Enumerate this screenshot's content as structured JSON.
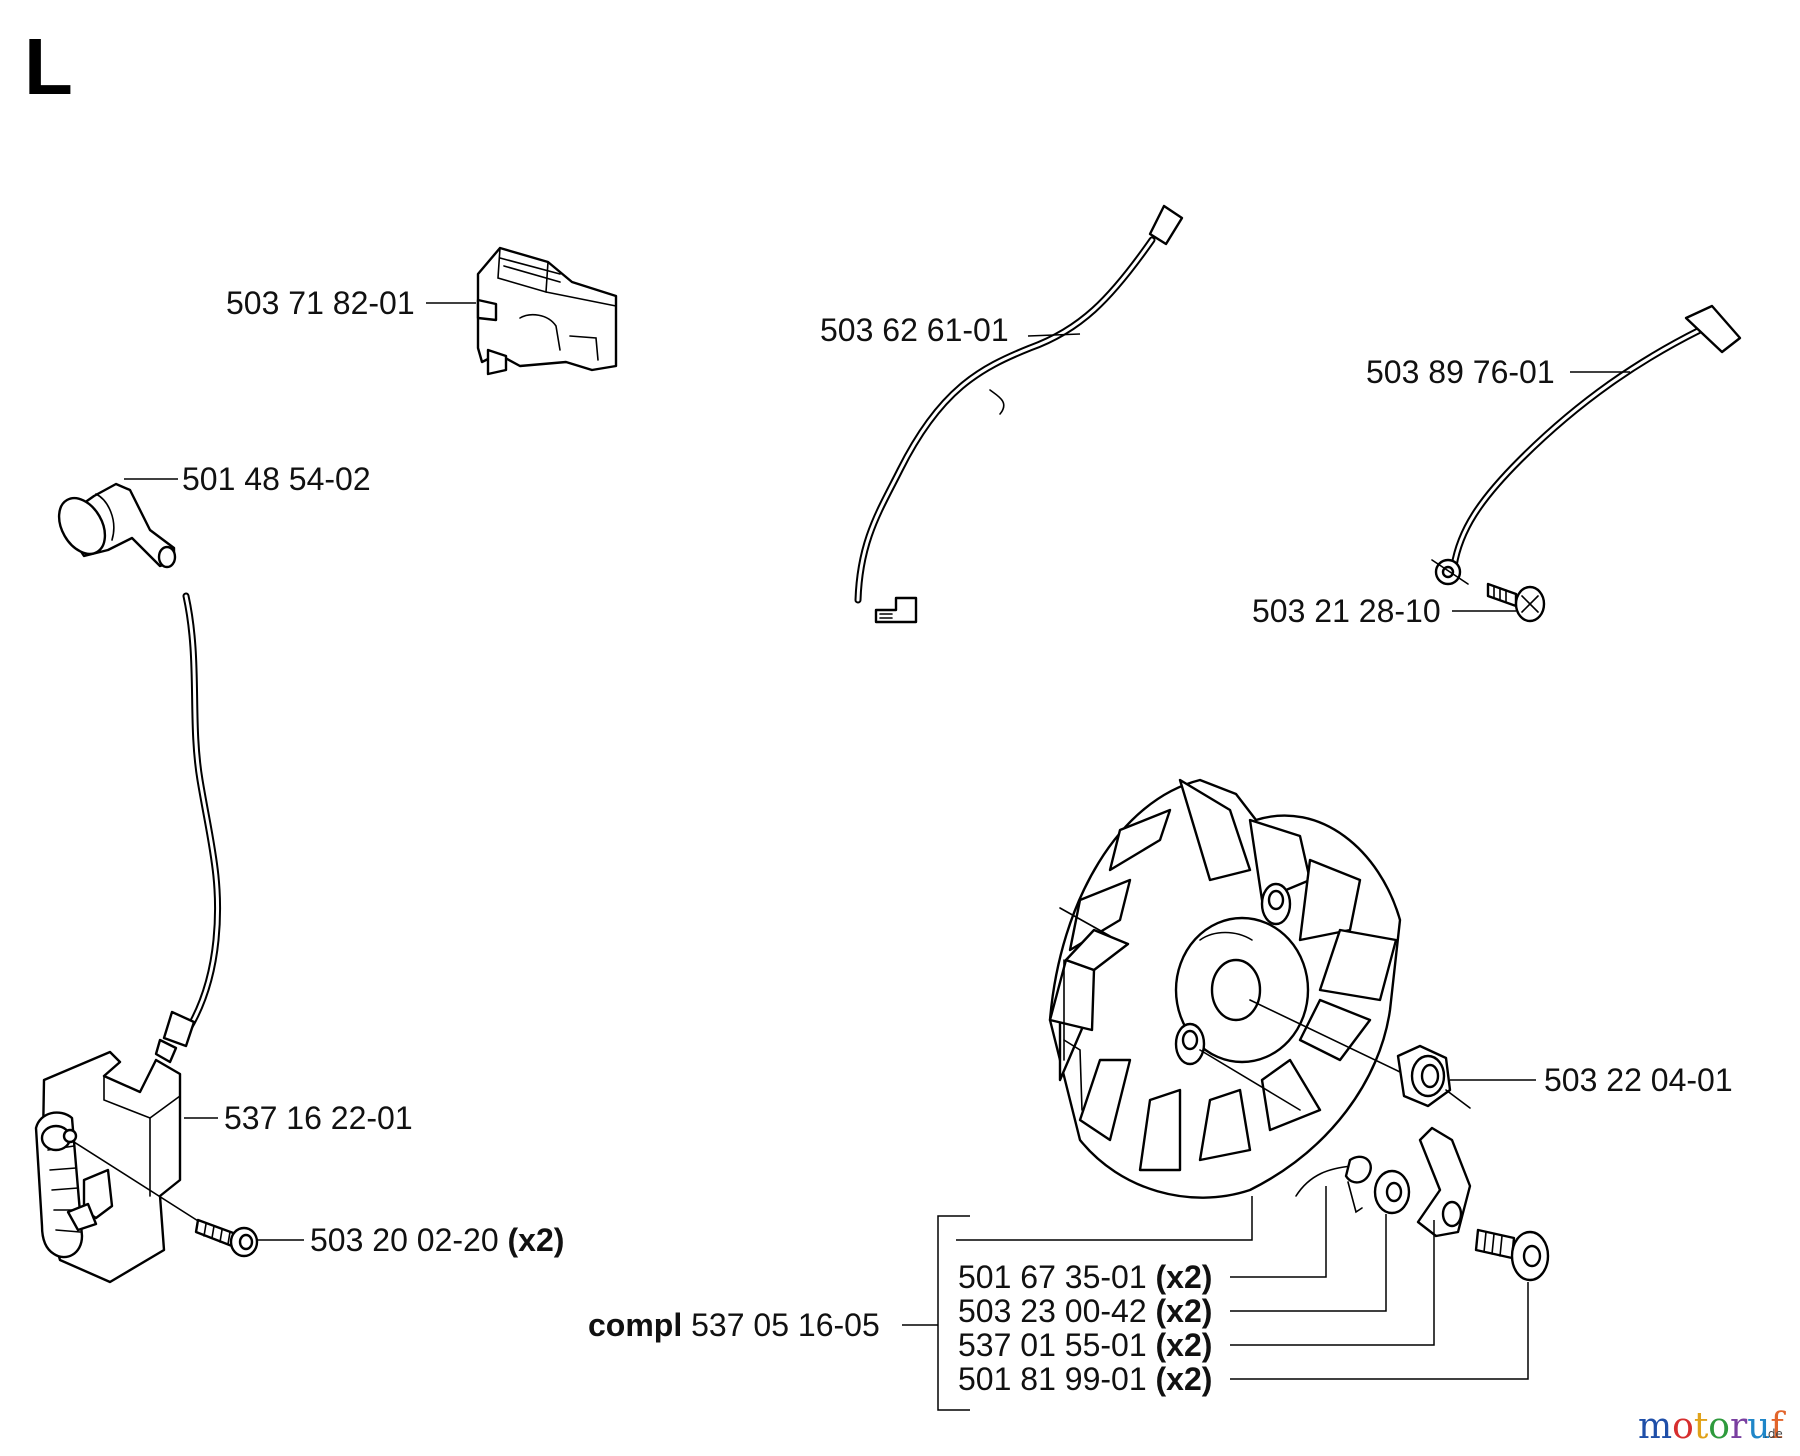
{
  "section_letter": "L",
  "parts": {
    "switch": {
      "number": "503 71 82-01"
    },
    "wire_short": {
      "number": "503 62 61-01"
    },
    "wire_ground": {
      "number": "503 89 76-01"
    },
    "ground_screw": {
      "number": "503 21 28-10"
    },
    "spark_cap": {
      "number": "501 48 54-02"
    },
    "ignition_module": {
      "number": "537 16 22-01"
    },
    "module_screw": {
      "number": "503 20 02-20",
      "qty": "(x2)"
    },
    "flywheel_nut": {
      "number": "503 22 04-01"
    },
    "pawl_spring": {
      "number": "501 67 35-01",
      "qty": "(x2)"
    },
    "washer": {
      "number": "503 23 00-42",
      "qty": "(x2)"
    },
    "pawl": {
      "number": "537 01 55-01",
      "qty": "(x2)"
    },
    "pawl_screw": {
      "number": "501 81 99-01",
      "qty": "(x2)"
    },
    "flywheel_compl": {
      "prefix": "compl",
      "number": "537 05 16-05"
    }
  },
  "watermark": {
    "letters": [
      "m",
      "o",
      "t",
      "o",
      "r",
      "u",
      "f"
    ],
    "colors": [
      "#1f4fa8",
      "#d62e2e",
      "#e0a21a",
      "#2e9a3c",
      "#7a3fa0",
      "#1f86c8",
      "#e2652b"
    ],
    "suffix": ".de"
  }
}
